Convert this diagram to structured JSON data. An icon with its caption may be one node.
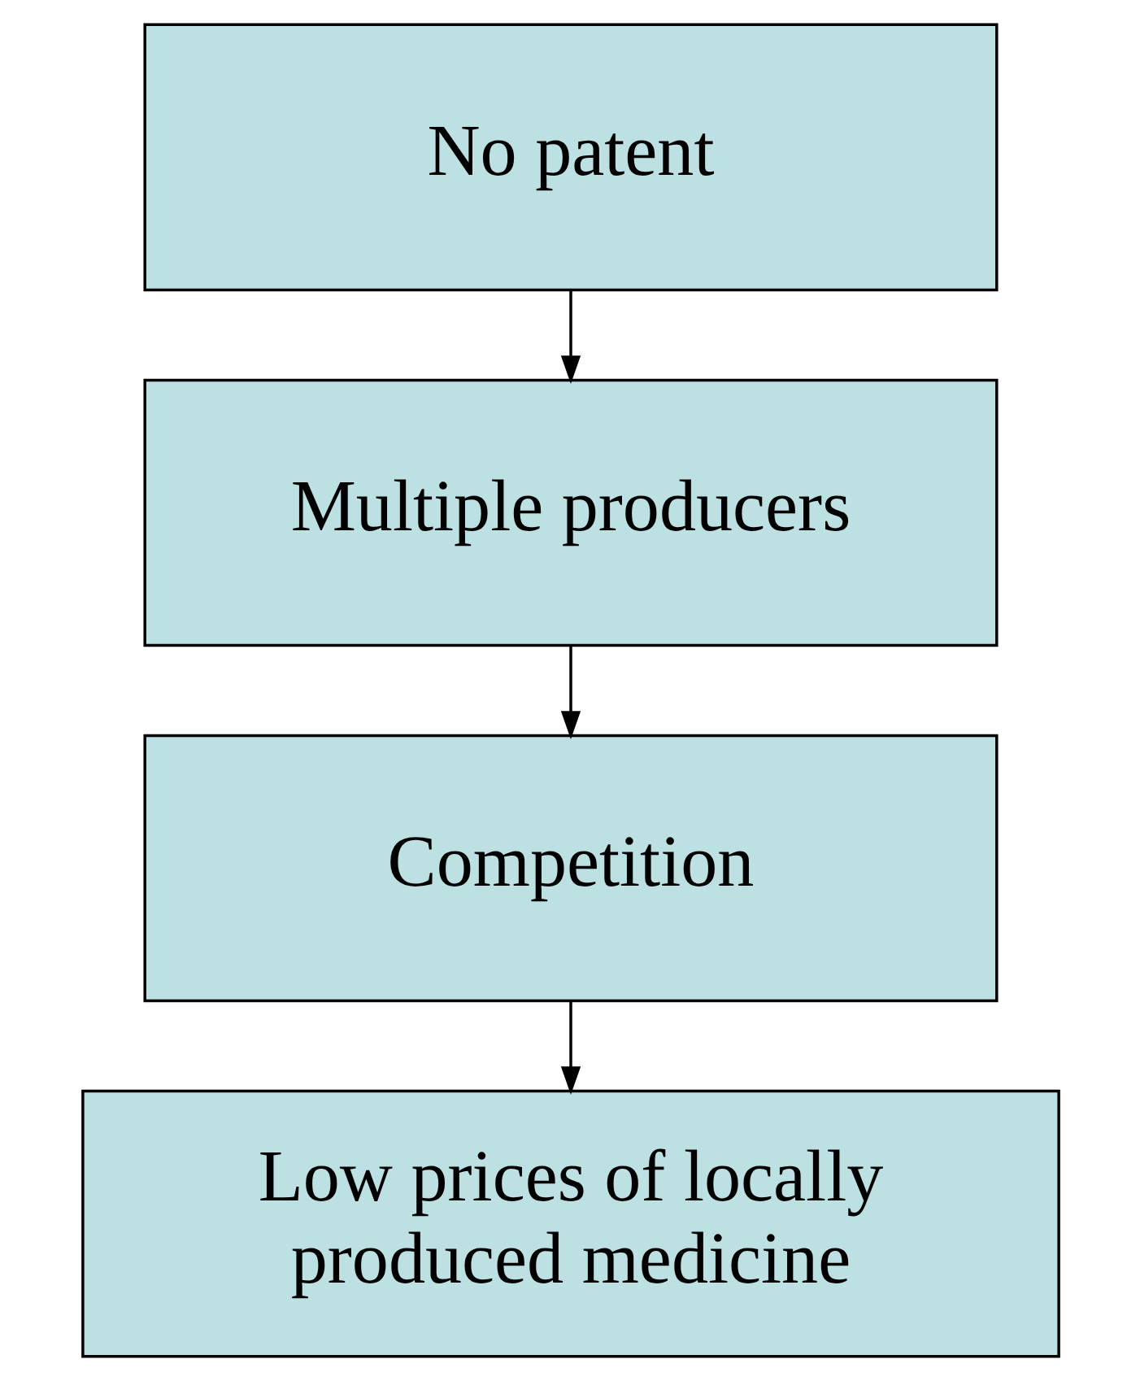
{
  "diagram": {
    "nodes": [
      {
        "text": [
          "No patent"
        ]
      },
      {
        "text": [
          "Multiple producers"
        ]
      },
      {
        "text": [
          "Competition"
        ]
      },
      {
        "text": [
          "Low prices of locally produced medicine"
        ]
      }
    ],
    "edges": [
      {
        "from": 0,
        "to": 1,
        "arrow": "to"
      },
      {
        "from": 1,
        "to": 2,
        "arrow": "to"
      },
      {
        "from": 2,
        "to": 3,
        "arrow": "to"
      }
    ]
  }
}
